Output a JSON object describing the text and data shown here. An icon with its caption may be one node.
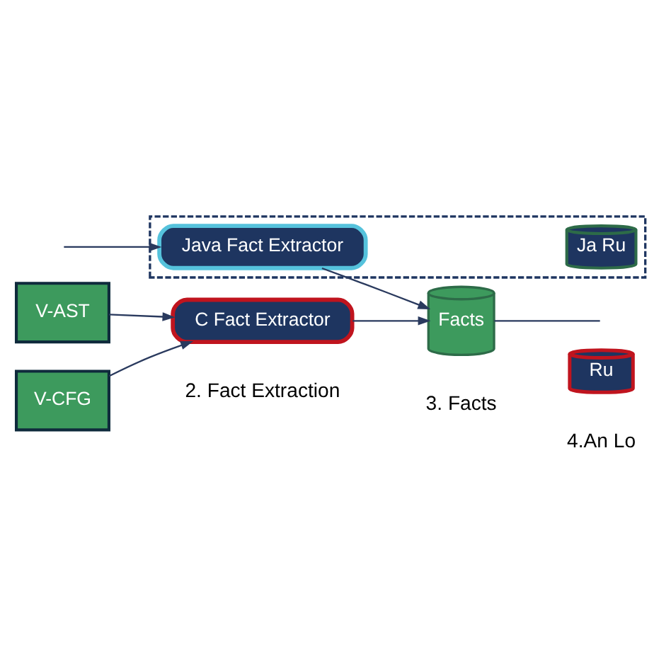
{
  "diagram": {
    "nodes": [
      {
        "text": [],
        "shape": "band"
      },
      {
        "text": [
          "Java Fact Extractor"
        ],
        "in": 0
      },
      {
        "text": [
          "Ja Ru"
        ],
        "in": 0
      },
      {
        "text": [
          "Facts"
        ]
      },
      {
        "text": [
          "V-AST"
        ]
      },
      {
        "text": [
          "C Fact Extractor"
        ]
      },
      {
        "text": [
          "Ru"
        ]
      },
      {
        "text": [
          "V-CFG"
        ]
      }
    ],
    "edges": [
      {
        "from": null,
        "to": 1,
        "arrow": "to"
      },
      {
        "from": 1,
        "to": 3,
        "arrow": "to"
      },
      {
        "from": 4,
        "to": 5,
        "arrow": "to"
      },
      {
        "from": 7,
        "to": 5,
        "arrow": "to"
      },
      {
        "from": 5,
        "to": 3,
        "arrow": "to"
      },
      {
        "from": 3,
        "to": null,
        "arrow": "none"
      }
    ],
    "labels": [
      "2. Fact Extraction",
      "3. Facts",
      "4.An Lo"
    ]
  }
}
